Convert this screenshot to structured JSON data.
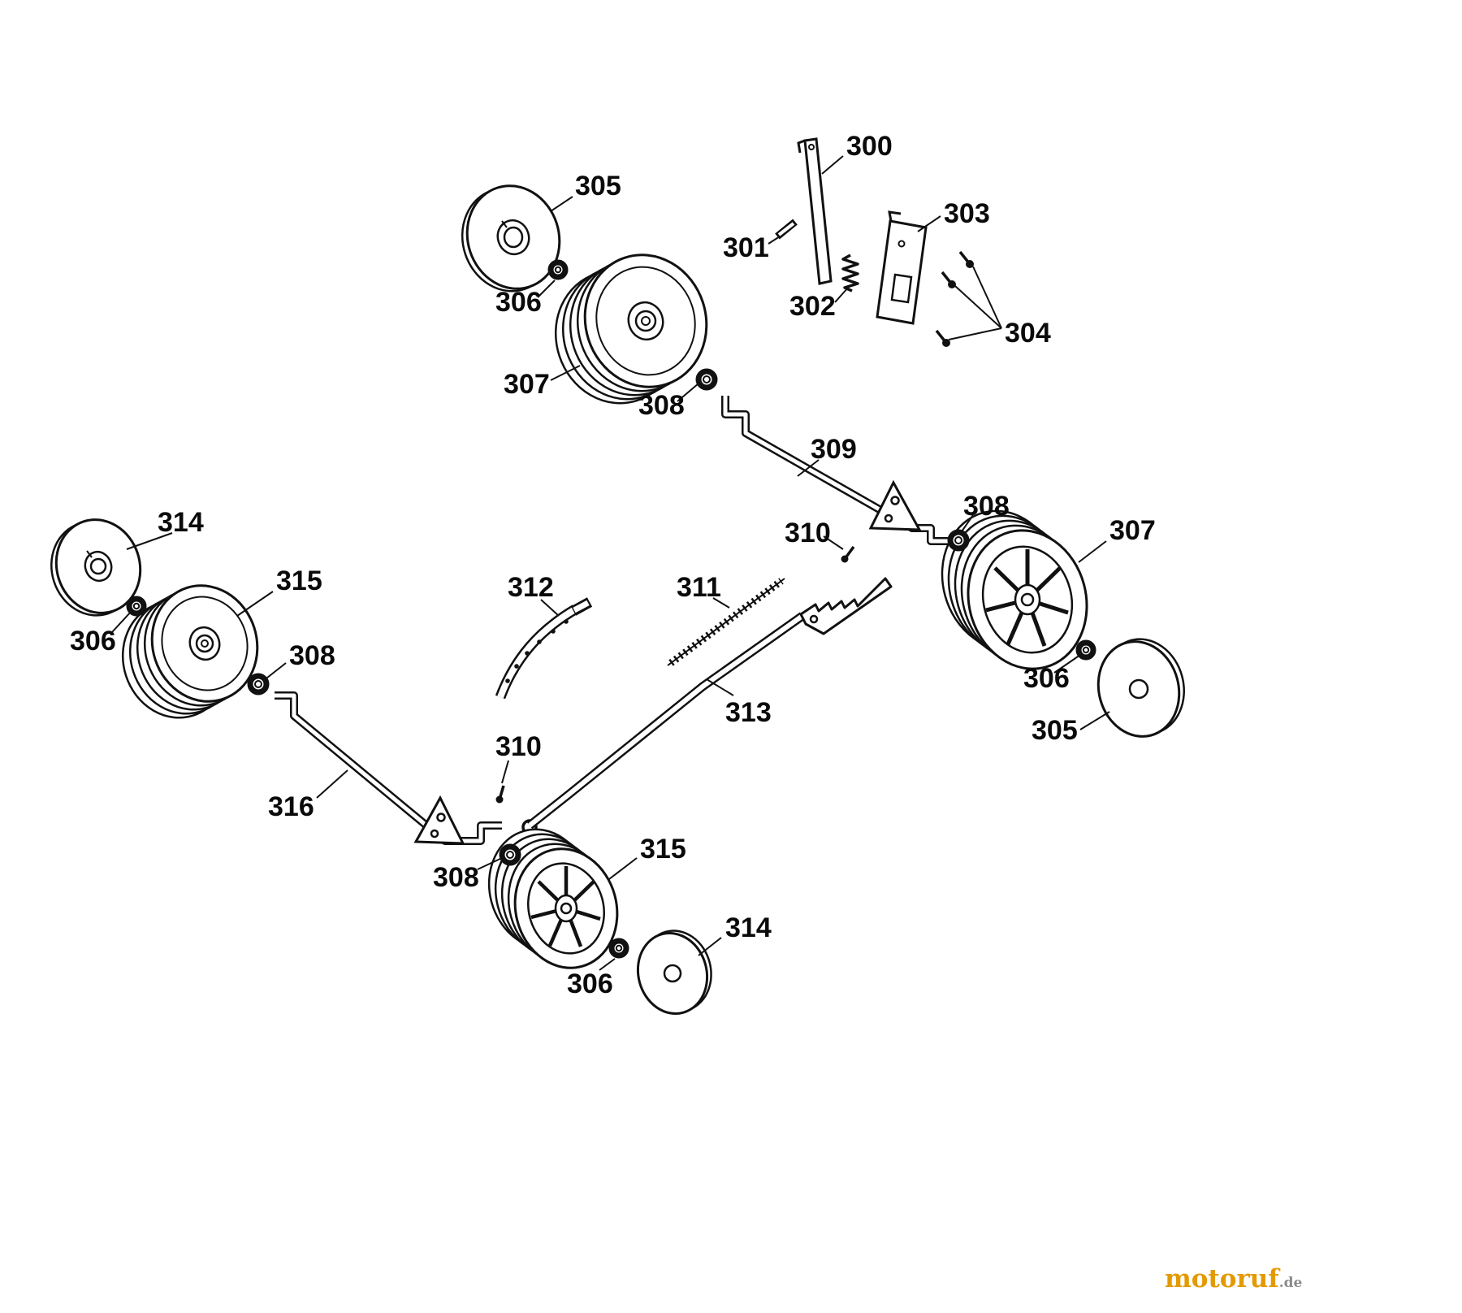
{
  "diagram": {
    "background": "#ffffff",
    "line_color": "#111111"
  },
  "labels": [
    {
      "text": "300"
    },
    {
      "text": "305"
    },
    {
      "text": "306"
    },
    {
      "text": "307"
    },
    {
      "text": "301"
    },
    {
      "text": "302"
    },
    {
      "text": "303"
    },
    {
      "text": "304"
    },
    {
      "text": "308"
    },
    {
      "text": "309"
    },
    {
      "text": "308"
    },
    {
      "text": "307"
    },
    {
      "text": "310"
    },
    {
      "text": "306"
    },
    {
      "text": "305"
    },
    {
      "text": "314"
    },
    {
      "text": "315"
    },
    {
      "text": "306"
    },
    {
      "text": "308"
    },
    {
      "text": "312"
    },
    {
      "text": "311"
    },
    {
      "text": "313"
    },
    {
      "text": "310"
    },
    {
      "text": "316"
    },
    {
      "text": "308"
    },
    {
      "text": "315"
    },
    {
      "text": "306"
    },
    {
      "text": "314"
    }
  ],
  "watermark": {
    "brand": "motoruf",
    "suffix": ".de",
    "brand_color": "#e39a00",
    "suffix_color": "#8a8a8a"
  }
}
